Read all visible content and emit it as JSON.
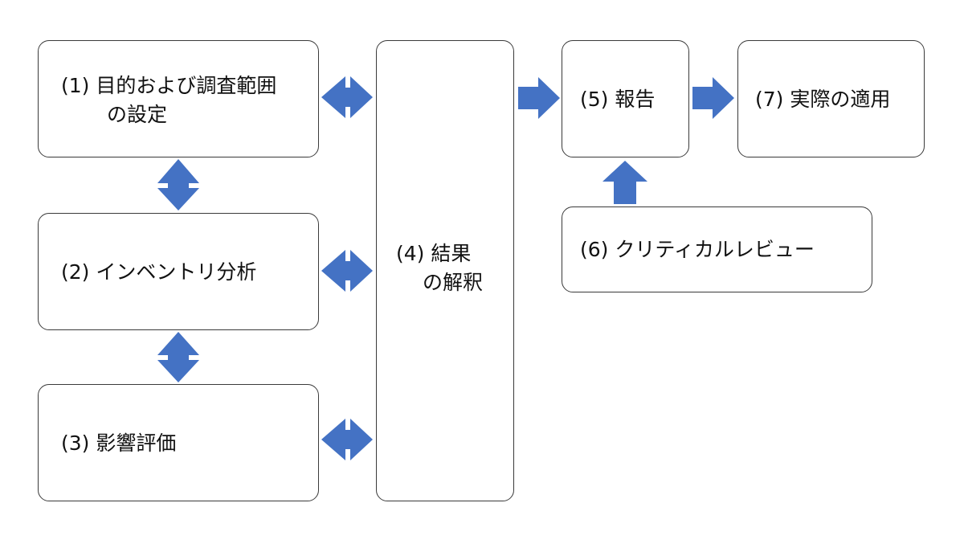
{
  "steps": {
    "s1": {
      "line1": "(1) 目的および調査範囲",
      "line2": "の設定"
    },
    "s2": {
      "line1": "(2) インベントリ分析"
    },
    "s3": {
      "line1": "(3) 影響評価"
    },
    "s4": {
      "line1": "(4) 結果",
      "line2": "の解釈"
    },
    "s5": {
      "line1": "(5) 報告"
    },
    "s6": {
      "line1": "(6) クリティカルレビュー"
    },
    "s7": {
      "line1": "(7) 実際の適用"
    }
  },
  "colors": {
    "arrow": "#4472C4",
    "border": "#3a3a3a",
    "text": "#111111"
  },
  "arrows": [
    {
      "from": "s1",
      "to": "s4",
      "kind": "double-horizontal"
    },
    {
      "from": "s2",
      "to": "s4",
      "kind": "double-horizontal"
    },
    {
      "from": "s3",
      "to": "s4",
      "kind": "double-horizontal"
    },
    {
      "from": "s1",
      "to": "s2",
      "kind": "double-vertical"
    },
    {
      "from": "s2",
      "to": "s3",
      "kind": "double-vertical"
    },
    {
      "from": "s4",
      "to": "s5",
      "kind": "right"
    },
    {
      "from": "s5",
      "to": "s7",
      "kind": "right"
    },
    {
      "from": "s6",
      "to": "s5",
      "kind": "up"
    }
  ]
}
